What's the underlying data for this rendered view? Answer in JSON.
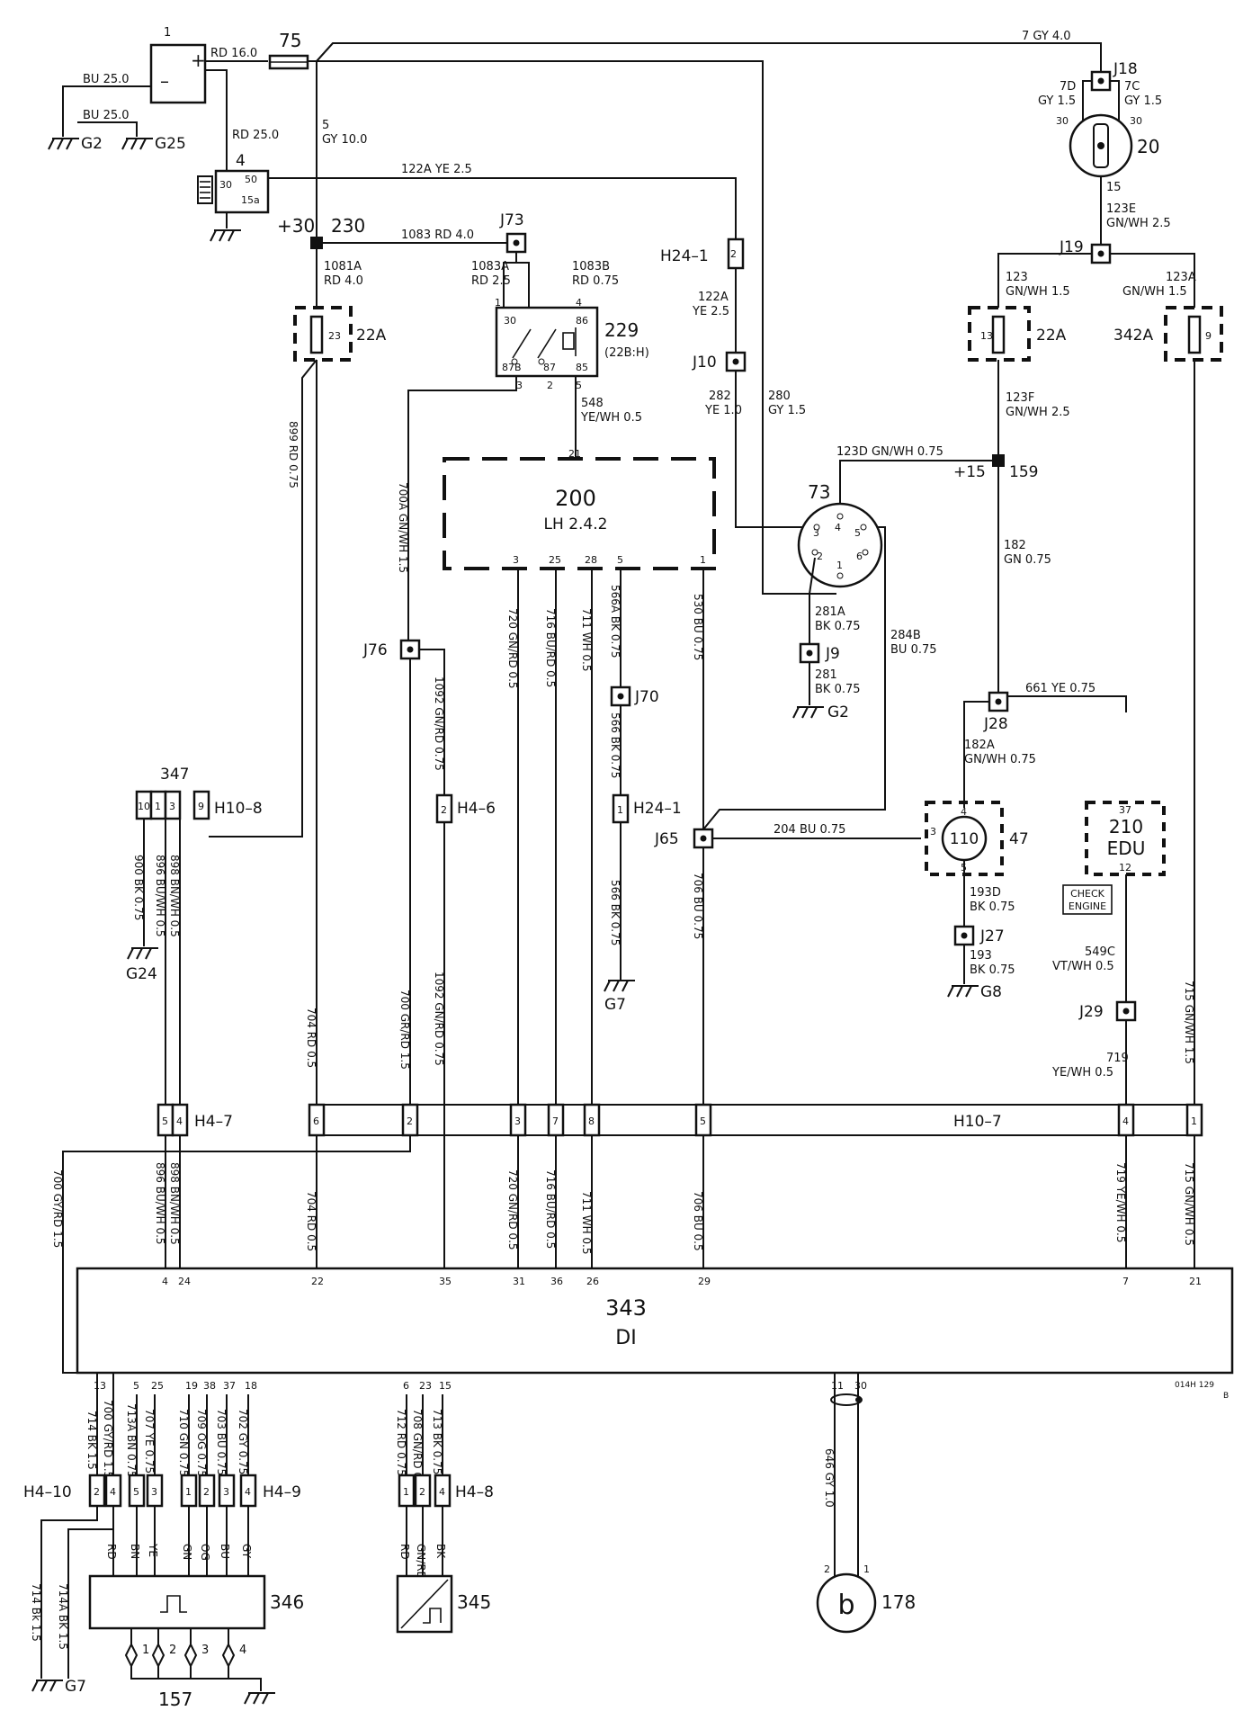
{
  "components": {
    "battery": "1",
    "fuse_main": "75",
    "starter": "4",
    "ignition_switch": "20",
    "splice_230": "230",
    "plus30": "+30",
    "splice_159": "159",
    "plus15": "+15",
    "relay_229": "229",
    "relay_229_sub": "(22B:H)",
    "fuse_box_left": "22A",
    "fuse_box_mid": "22A",
    "fuse_box_right": "342A",
    "fuse_left_no": "23",
    "fuse_mid_no": "13",
    "fuse_right_no": "9",
    "lh_unit": "200",
    "lh_unit_sub": "LH 2.4.2",
    "diag_conn": "73",
    "sensor_47": "47",
    "sensor_110": "110",
    "edu": "210",
    "edu_sub": "EDU",
    "check_engine_1": "CHECK",
    "check_engine_2": "ENGINE",
    "di": "343",
    "di_sub": "DI",
    "c347": "347",
    "c346": "346",
    "c345": "345",
    "c157": "157",
    "c178": "178",
    "ref": "014H 129",
    "ref_b": "B"
  },
  "junctions": {
    "J18": "J18",
    "J19": "J19",
    "J73": "J73",
    "J10": "J10",
    "J9": "J9",
    "J76": "J76",
    "J70": "J70",
    "J65": "J65",
    "J28": "J28",
    "J27": "J27",
    "J29": "J29"
  },
  "connectors": {
    "H24_1a": "H24–1",
    "H24_1b": "H24–1",
    "H10_8": "H10–8",
    "H4_6": "H4–6",
    "H4_7": "H4–7",
    "H10_7": "H10–7",
    "H4_10": "H4–10",
    "H4_9": "H4–9",
    "H4_8": "H4–8"
  },
  "grounds": {
    "G2a": "G2",
    "G25": "G25",
    "G2b": "G2",
    "G24": "G24",
    "G7a": "G7",
    "G8": "G8",
    "G7b": "G7"
  },
  "wires": {
    "bu25a": "BU 25.0",
    "bu25b": "BU 25.0",
    "rd16": "RD 16.0",
    "gy4_7": "7  GY  4.0",
    "rd25": "RD 25.0",
    "w5": "5",
    "gy10": "GY 10.0",
    "w7d": "7D",
    "w7d_c": "GY 1.5",
    "w7c": "7C",
    "w7c_c": "GY 1.5",
    "w122a_top": "122A  YE 2.5",
    "w1083": "1083  RD 4.0",
    "w1081a": "1081A",
    "w1081a_c": "RD 4.0",
    "w1083a": "1083A",
    "w1083a_c": "RD 2.5",
    "w1083b": "1083B",
    "w1083b_c": "RD 0.75",
    "w122a": "122A",
    "w122a_c": "YE 2.5",
    "w15": "15",
    "w123e": "123E",
    "w123e_c": "GN/WH 2.5",
    "w123": "123",
    "w123_c": "GN/WH 1.5",
    "w123a": "123A",
    "w123a_c": "GN/WH 1.5",
    "w548": "548",
    "w548_c": "YE/WH 0.5",
    "w282": "282",
    "w282_c": "YE 1.0",
    "w280": "280",
    "w280_c": "GY 1.5",
    "w123f": "123F",
    "w123f_c": "GN/WH 2.5",
    "w123d": "123D  GN/WH 0.75",
    "w182": "182",
    "w182_c": "GN 0.75",
    "w281a": "281A",
    "w281a_c": "BK 0.75",
    "w281": "281",
    "w281_c": "BK 0.75",
    "w284b": "284B",
    "w284b_c": "BU 0.75",
    "w661": "661  YE 0.75",
    "w182a": "182A",
    "w182a_c": "GN/WH 0.75",
    "w204": "204  BU 0.75",
    "w193d": "193D",
    "w193d_c": "BK 0.75",
    "w193": "193",
    "w193_c": "BK 0.75",
    "w549c": "549C",
    "w549c_c": "VT/WH 0.5",
    "w719": "719",
    "w719_c": "YE/WH 0.5",
    "v899": "899  RD 0.75",
    "v700a": "700A  GN/WH 1.5",
    "v720a": "720  GN/RD 0.5",
    "v716a": "716  BU/RD 0.5",
    "v711a": "711  WH 0.5",
    "v566a": "566A  BK 0.75",
    "v530": "530  BU 0.75",
    "v1092a": "1092  GN/RD 0.75",
    "v566b": "566  BK 0.75",
    "v566c": "566  BK 0.75",
    "v706a": "706  BU 0.75",
    "v900": "900  BK 0.75",
    "v896a": "896  BU/WH 0.5",
    "v898a": "898  BN/WH 0.5",
    "v704a": "704  RD 0.5",
    "v700b": "700  GR/RD 1.5",
    "v1092b": "1092  GN/RD 0.75",
    "v715a": "715  GN/WH 1.5",
    "v700c": "700  GY/RD 1.5",
    "v896b": "896  BU/WH 0.5",
    "v898b": "898  BN/WH 0.5",
    "v704b": "704  RD 0.5",
    "v720b": "720  GN/RD 0.5",
    "v716b": "716  BU/RD 0.5",
    "v711b": "711  WH 0.5",
    "v706b": "706  BU 0.5",
    "v719b": "719  YE/WH 0.5",
    "v715b": "715  GN/WH 0.5",
    "v714": "714  BK 1.5",
    "v700d": "700  GY/RD 1.5",
    "v713a": "713A  BN 0.75",
    "v707": "707  YE 0.75",
    "v710": "710  GN 0.75",
    "v709": "709  OG 0.75",
    "v703": "703  BU 0.75",
    "v702": "702  GY 0.75",
    "v712": "712  RD 0.75",
    "v708": "708  GN/RD 0.75",
    "v713": "713  BK 0.75",
    "v646": "646  GY 1.0",
    "v714b": "714  Bk 1.5",
    "v714a": "714A  BK 1.5"
  },
  "pins": {
    "lh": [
      "21",
      "3",
      "25",
      "28",
      "5",
      "1"
    ],
    "di_top": [
      "4",
      "24",
      "22",
      "35",
      "31",
      "36",
      "26",
      "29",
      "7",
      "21"
    ],
    "di_bottom": [
      "13",
      "5",
      "25",
      "19",
      "38",
      "37",
      "18",
      "6",
      "23",
      "15",
      "11",
      "30"
    ],
    "relay": [
      "30",
      "86",
      "87B",
      "87",
      "85",
      "1",
      "4",
      "3",
      "2",
      "5"
    ],
    "diag": [
      "4",
      "5",
      "3",
      "6",
      "2",
      "1"
    ],
    "ign": [
      "30",
      "30"
    ],
    "starter": [
      "30",
      "50",
      "15a"
    ],
    "s347": [
      "10",
      "1",
      "3",
      "9"
    ],
    "h10_7": [
      "6",
      "2",
      "3",
      "7",
      "8",
      "5",
      "4",
      "1"
    ],
    "h47": [
      "5",
      "4"
    ],
    "h410": [
      "2",
      "4",
      "5",
      "3"
    ],
    "h49": [
      "1",
      "2",
      "3",
      "4"
    ],
    "h48": [
      "1",
      "2",
      "4"
    ],
    "h46": "2",
    "h241": "2",
    "h241b": "1",
    "s110": [
      "4",
      "3",
      "5"
    ],
    "edu": [
      "37",
      "12"
    ],
    "s157": [
      "1",
      "2",
      "3",
      "4"
    ],
    "s178": [
      "2",
      "1"
    ],
    "s346_labels": [
      "RD",
      "BN",
      "YE",
      "GN",
      "OG",
      "BU",
      "GY"
    ],
    "s345_labels": [
      "RD",
      "GN/RD",
      "BK"
    ]
  }
}
